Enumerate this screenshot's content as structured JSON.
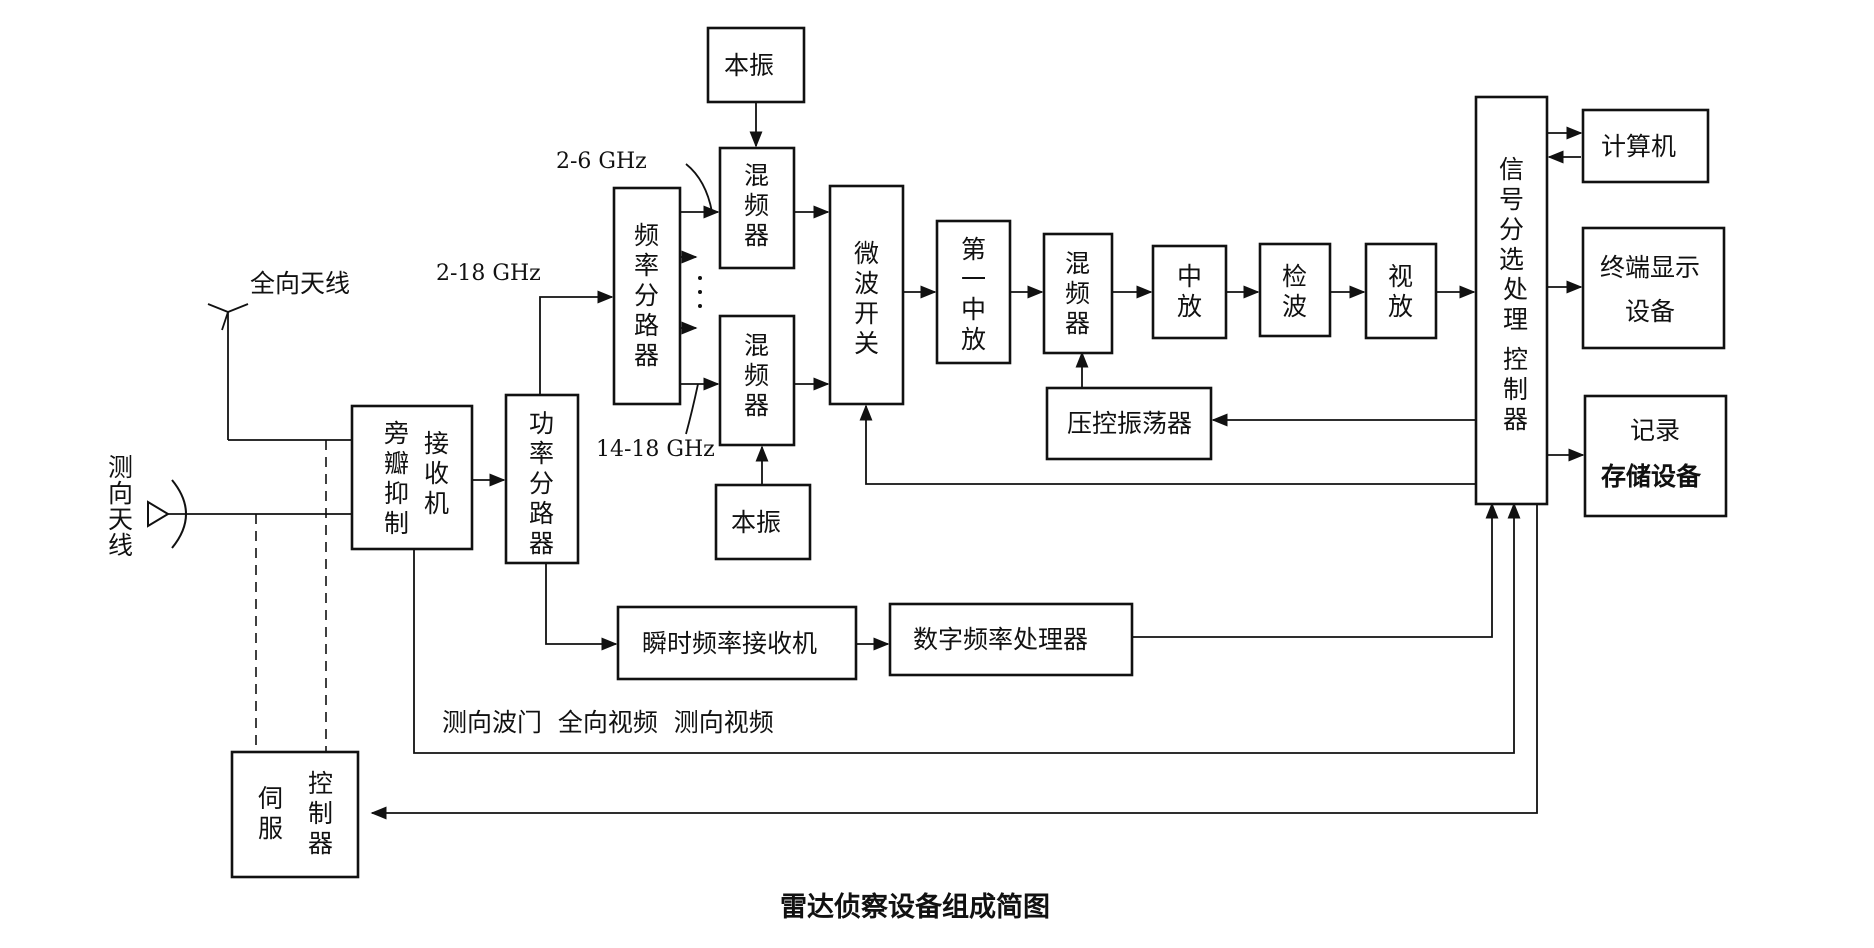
{
  "diagram": {
    "caption": "雷达侦察设备组成简图",
    "antennas": {
      "omni": "全向天线",
      "df": "测向天线"
    },
    "blocks": {
      "sidelobe": "旁瓣抑制",
      "receiver": "接收机",
      "power_divider": "功率分路器",
      "freq_divider": "频率分路器",
      "mixer_top": "混频器",
      "mixer_bottom": "混频器",
      "lo_top": "本振",
      "lo_bottom": "本振",
      "mw_switch": "微波开关",
      "if1": "第一中放",
      "mixer_main": "混频器",
      "if_amp": "中放",
      "detector": "检波",
      "video_amp": "视放",
      "vco": "压控振荡器",
      "signal_proc": "信号分选处理控制器",
      "computer": "计算机",
      "display": "终端显示设备",
      "recorder": "记录存储设备",
      "ifm_receiver": "瞬时频率接收机",
      "digital_proc": "数字频率处理器",
      "servo": "伺服",
      "servo_ctrl": "控制器"
    },
    "band_labels": {
      "full": "2-18 GHz",
      "low": "2-6 GHz",
      "high": "14-18 GHz"
    },
    "bus_label": "测向波门  全向视频  测向视频"
  }
}
